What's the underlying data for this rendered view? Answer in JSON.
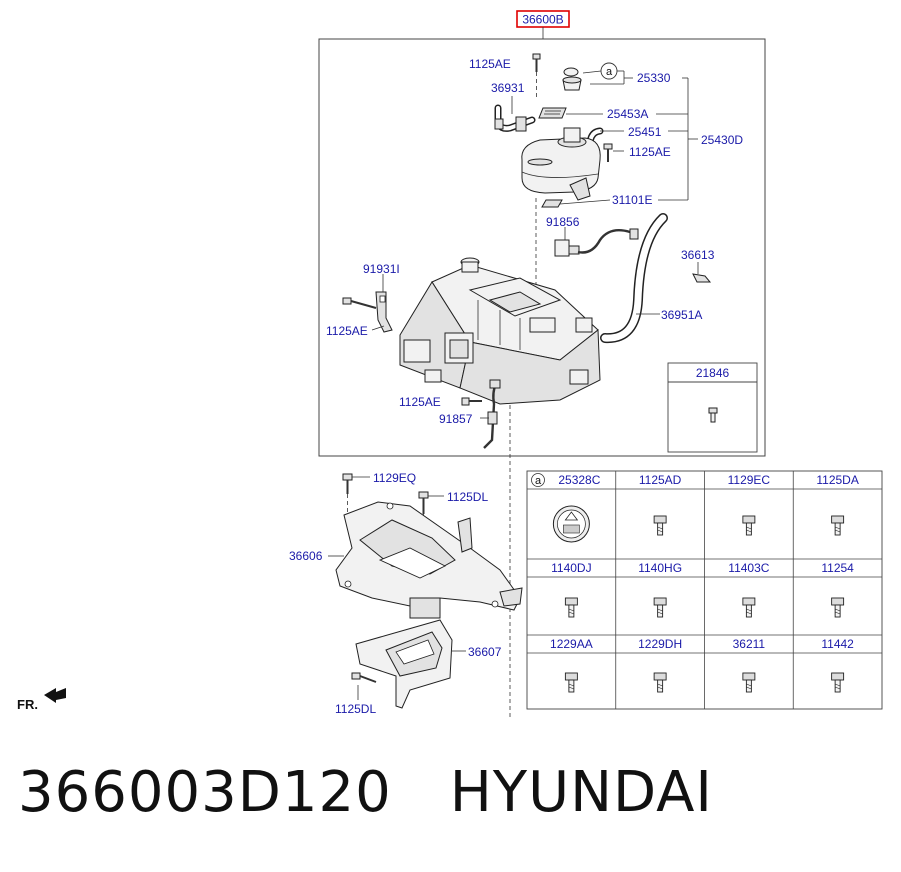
{
  "diagram": {
    "header_label": "36600B",
    "direction_label": "FR.",
    "callouts": {
      "c_1125AE_top": "1125AE",
      "c_25330": "25330",
      "c_36931": "36931",
      "c_25453A": "25453A",
      "c_25451": "25451",
      "c_25430D": "25430D",
      "c_1125AE_mid": "1125AE",
      "c_31101E": "31101E",
      "c_91856": "91856",
      "c_36613": "36613",
      "c_91931I": "91931I",
      "c_1125AE_left": "1125AE",
      "c_36951A": "36951A",
      "c_1125AE_low": "1125AE",
      "c_91857": "91857",
      "c_1129EQ": "1129EQ",
      "c_1125DL_top": "1125DL",
      "c_36606": "36606",
      "c_36607": "36607",
      "c_1125DL_bot": "1125DL"
    },
    "circle_marker": "a",
    "inset_label": "21846",
    "parts_table": [
      [
        "25328C",
        "1125AD",
        "1129EC",
        "1125DA"
      ],
      [
        "1140DJ",
        "1140HG",
        "11403C",
        "11254"
      ],
      [
        "1229AA",
        "1229DH",
        "36211",
        "11442"
      ]
    ],
    "table_marker": "a"
  },
  "footer": {
    "part_number": "366003D120",
    "brand": "HYUNDAI"
  },
  "colors": {
    "label": "#1a1aa8",
    "header_box": "#e00000",
    "line": "#333333"
  }
}
